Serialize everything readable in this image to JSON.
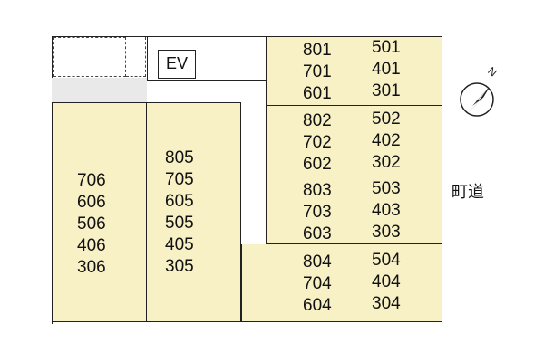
{
  "ev_label": "EV",
  "road_label": "町道",
  "compass_letter": "N",
  "left_block": {
    "col_a": [
      "706",
      "606",
      "506",
      "406",
      "306"
    ],
    "col_b": [
      "805",
      "705",
      "605",
      "505",
      "405",
      "305"
    ]
  },
  "right_blocks": [
    {
      "col_a": [
        "801",
        "701",
        "601"
      ],
      "col_b": [
        "501",
        "401",
        "301"
      ]
    },
    {
      "col_a": [
        "802",
        "702",
        "602"
      ],
      "col_b": [
        "502",
        "402",
        "302"
      ]
    },
    {
      "col_a": [
        "803",
        "703",
        "603"
      ],
      "col_b": [
        "503",
        "403",
        "303"
      ]
    },
    {
      "col_a": [
        "804",
        "704",
        "604"
      ],
      "col_b": [
        "504",
        "404",
        "304"
      ]
    }
  ],
  "colors": {
    "parking_fill": "#f8f1c6",
    "common_area_fill": "#e9e9e9",
    "line": "#222222"
  }
}
